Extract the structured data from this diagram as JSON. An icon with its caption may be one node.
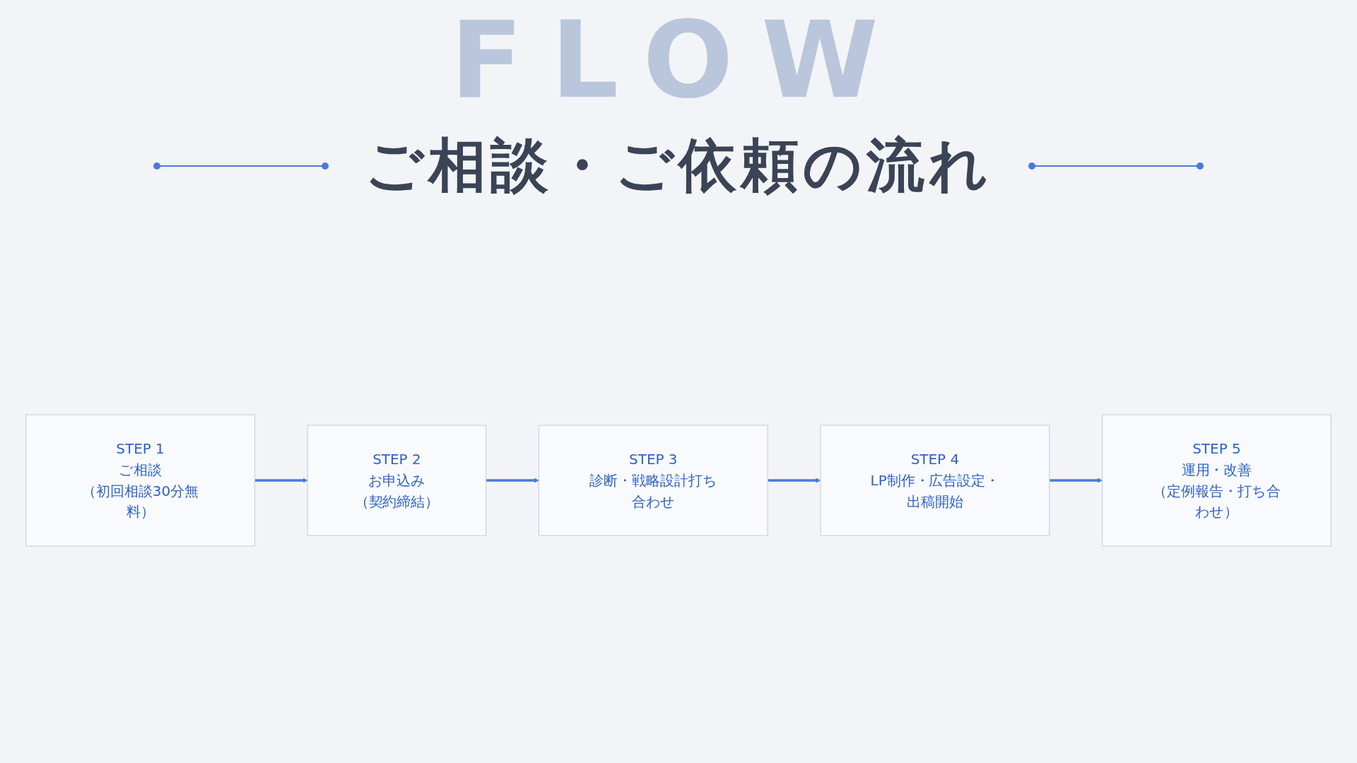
{
  "diagram": {
    "title": "ご相談・ご依頼の流れ",
    "nodes": [
      {
        "text": [
          "STEP 1",
          "ご相談",
          "（初回相談30分無料）"
        ]
      },
      {
        "text": [
          "STEP 2",
          "お申込み",
          "（契約締結）"
        ]
      },
      {
        "text": [
          "STEP 3",
          "診断・戦略設計打ち合わせ"
        ]
      },
      {
        "text": [
          "STEP 4",
          "LP制作・広告設定・出稿開始"
        ]
      },
      {
        "text": [
          "STEP 5",
          "運用・改善",
          "（定例報告・打ち合わせ）"
        ]
      }
    ],
    "edges": [
      {
        "from": 0,
        "to": 1,
        "arrow": "to"
      },
      {
        "from": 1,
        "to": 2,
        "arrow": "to"
      },
      {
        "from": 2,
        "to": 3,
        "arrow": "to"
      },
      {
        "from": 3,
        "to": 4,
        "arrow": "to"
      }
    ],
    "labels": [
      "FLOW"
    ]
  }
}
